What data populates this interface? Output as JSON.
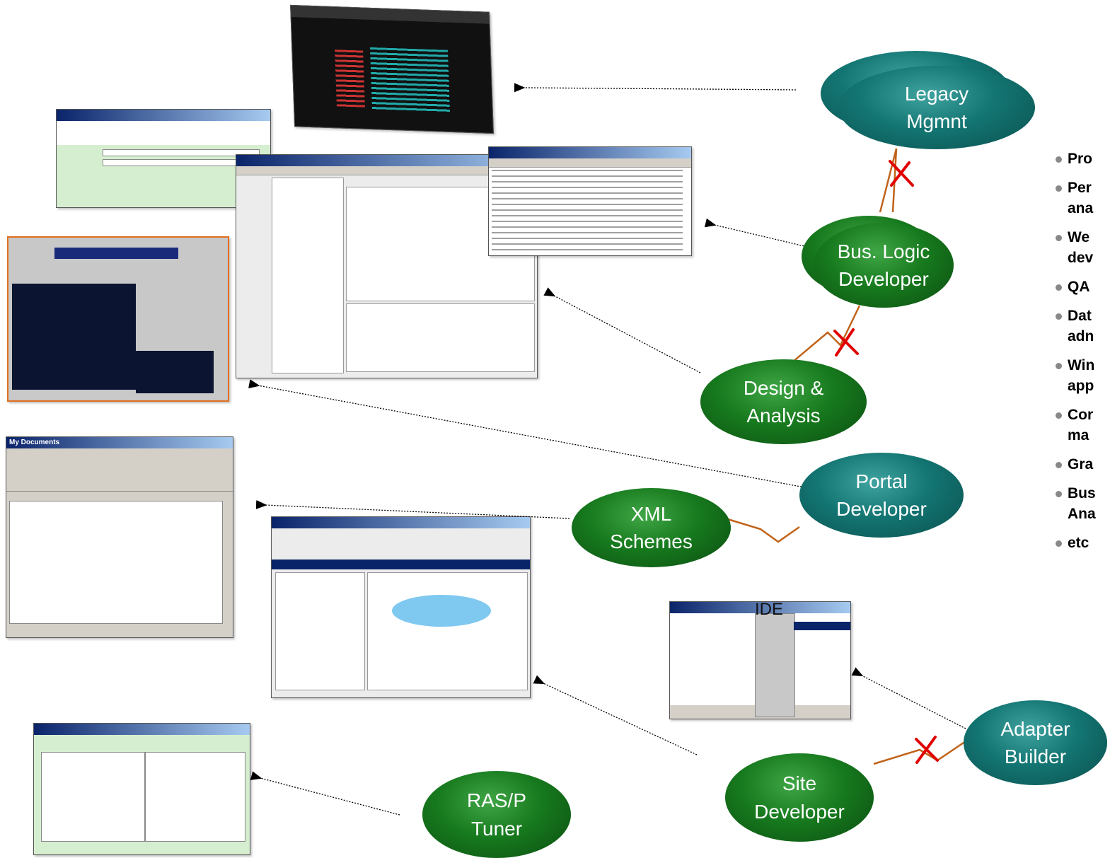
{
  "bullets": [
    "Pro",
    "Per\nana",
    "We\ndev",
    "QA",
    "Dat\nadn",
    "Win\napp",
    "Cor\nma",
    "Gra",
    "Bus\nAna",
    "etc"
  ],
  "roles": {
    "legacy": "Legacy\nMgmnt",
    "bus_logic": "Bus. Logic\nDeveloper",
    "design": "Design &\nAnalysis",
    "portal": "Portal\nDeveloper",
    "xml": "XML\nSchemes",
    "adapter": "Adapter\nBuilder",
    "site": "Site\nDeveloper",
    "ras": "RAS/P\nTuner"
  },
  "screens": {
    "ide_label": "IDE",
    "my_documents_title": "My Documents"
  },
  "colors": {
    "teal": "#137572",
    "green": "#177a1e",
    "connector": "#c0631a",
    "x_mark": "#e00000"
  }
}
